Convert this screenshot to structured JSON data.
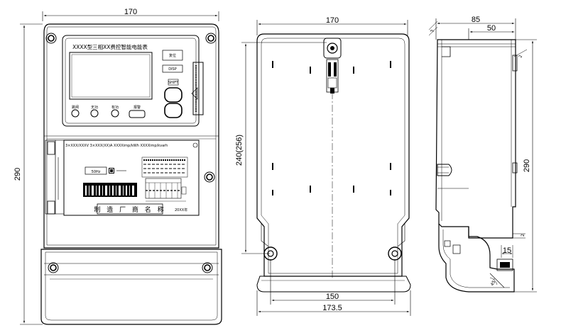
{
  "front_view": {
    "width_dim": "170",
    "height_dim": "290",
    "title_text": "XXXX型三相XX费控智能电能表",
    "btn_top": "复位",
    "btn_mid": "DISP",
    "btn_small": "SHIFT",
    "indicator_labels": [
      "跳闸",
      "无功",
      "有功",
      "报警"
    ],
    "spec_line": "3×XXX/XXXV    3×XXX(XX)A    XXXXimp/kWh    XXXXimp/kvarh",
    "freq_label": "50Hz",
    "maker_label": "制 造 厂 商 名 称",
    "year_label": "20XX年"
  },
  "back_view": {
    "width_top_dim": "170",
    "height_dim": "240(256)",
    "bottom_inner_dim": "150",
    "bottom_outer_dim": "173.5"
  },
  "side_view": {
    "depth_dim": "85",
    "inner_dim": "50",
    "height_dim": "290",
    "dim_15": "15",
    "dim_2a": "2",
    "dim_2b": "2",
    "dim_3": "3",
    "angle_label": "45°"
  }
}
